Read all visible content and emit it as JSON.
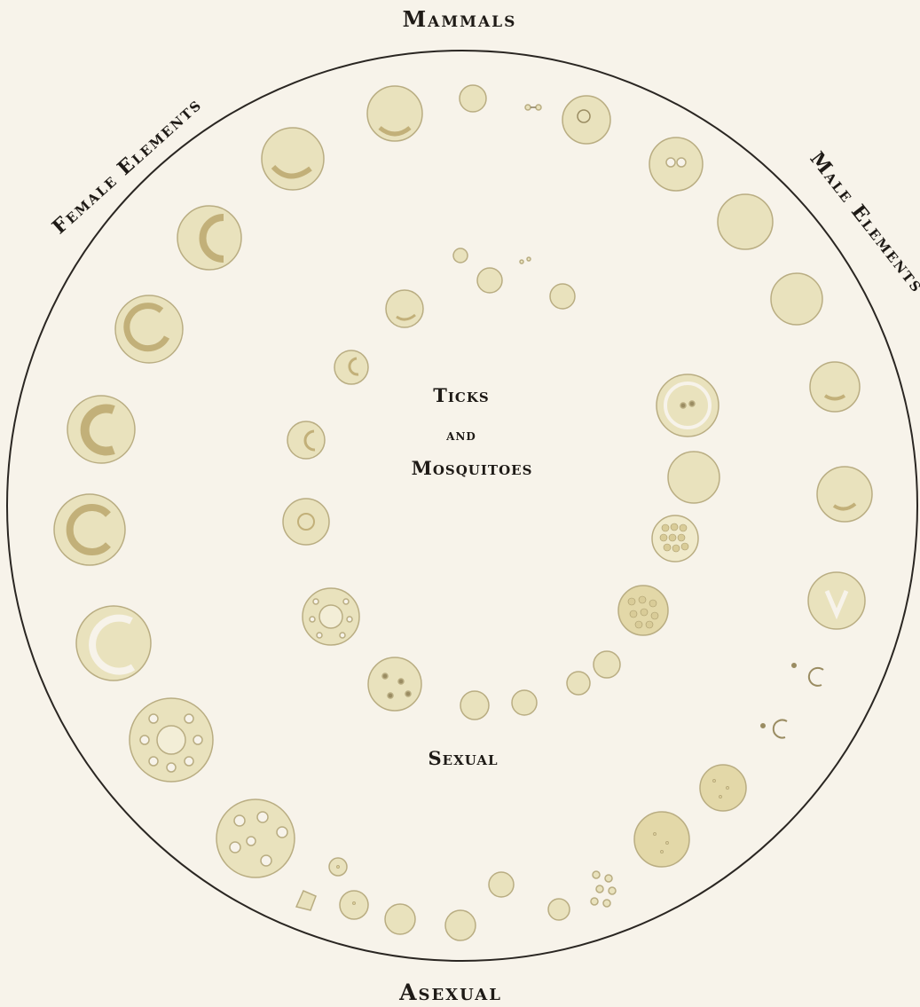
{
  "labels": {
    "top": "Mammals",
    "left": "Female Elements",
    "right": "Male Elements",
    "bottom": "Asexual",
    "center_line1": "Ticks",
    "center_line2": "and",
    "center_line3": "Mosquitoes",
    "inner_bottom": "Sexual"
  },
  "colors": {
    "paper": "#f7f3ea",
    "cell_fill": "#e9e2bd",
    "cell_stroke": "#b9ad82",
    "parasite": "#c9b98a",
    "ink": "#1e1a16"
  }
}
